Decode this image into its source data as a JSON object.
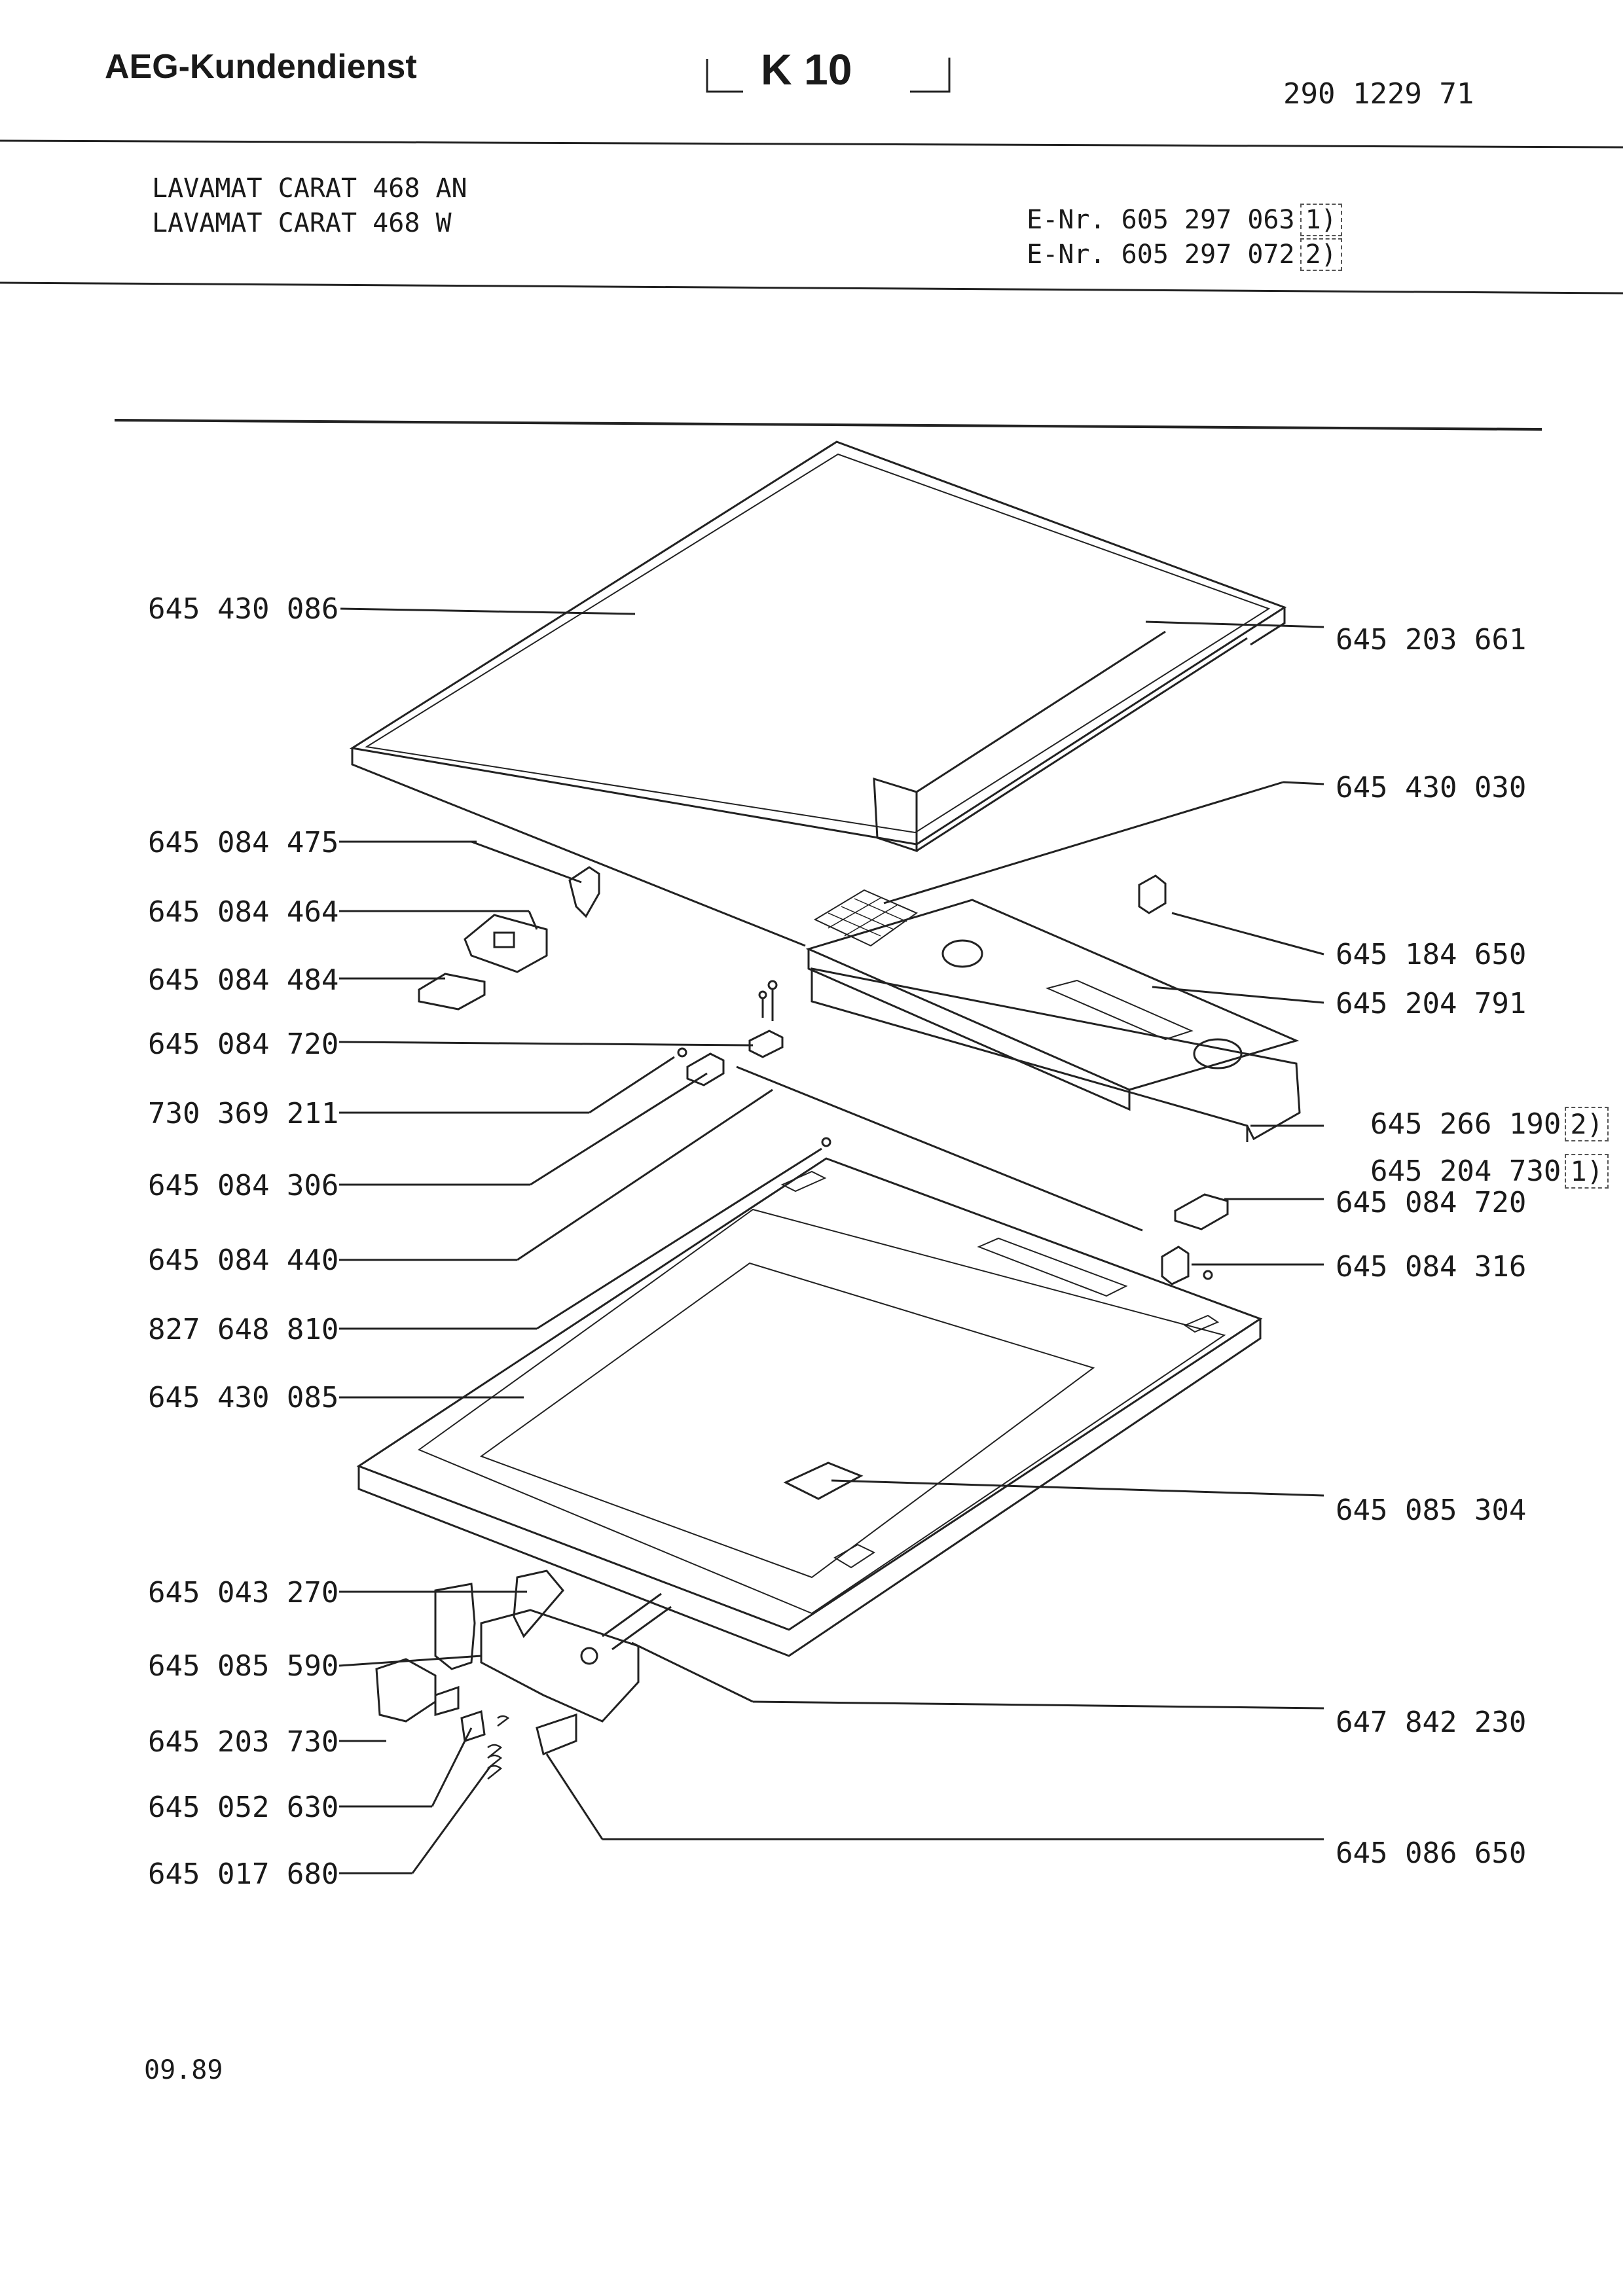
{
  "header": {
    "brand": "AEG-Kundendienst",
    "sheet": "K 10",
    "document_number": "290 1229 71"
  },
  "models": [
    {
      "name": "LAVAMAT CARAT 468 AN",
      "enr": "E-Nr. 605 297 063",
      "variant": "1)"
    },
    {
      "name": "LAVAMAT CARAT 468 W",
      "enr": "E-Nr. 605 297 072",
      "variant": "2)"
    }
  ],
  "left_labels": [
    {
      "part": "645 430 086"
    },
    {
      "part": "645 084 475"
    },
    {
      "part": "645 084 464"
    },
    {
      "part": "645 084 484"
    },
    {
      "part": "645 084 720"
    },
    {
      "part": "730 369 211"
    },
    {
      "part": "645 084 306"
    },
    {
      "part": "645 084 440"
    },
    {
      "part": "827 648 810"
    },
    {
      "part": "645 430 085"
    },
    {
      "part": "645 043 270"
    },
    {
      "part": "645 085 590"
    },
    {
      "part": "645 203 730"
    },
    {
      "part": "645 052 630"
    },
    {
      "part": "645 017 680"
    }
  ],
  "right_labels": [
    {
      "part": "645 203 661",
      "variant": ""
    },
    {
      "part": "645 430 030",
      "variant": ""
    },
    {
      "part": "645 184 650",
      "variant": ""
    },
    {
      "part": "645 204 791",
      "variant": ""
    },
    {
      "part": "645 266 190",
      "variant": "2)"
    },
    {
      "part": "645 204 730",
      "variant": "1)"
    },
    {
      "part": "645 084 720",
      "variant": ""
    },
    {
      "part": "645 084 316",
      "variant": ""
    },
    {
      "part": "645 085 304",
      "variant": ""
    },
    {
      "part": "647 842 230",
      "variant": ""
    },
    {
      "part": "645 086 650",
      "variant": ""
    }
  ],
  "footer": {
    "date": "09.89"
  }
}
